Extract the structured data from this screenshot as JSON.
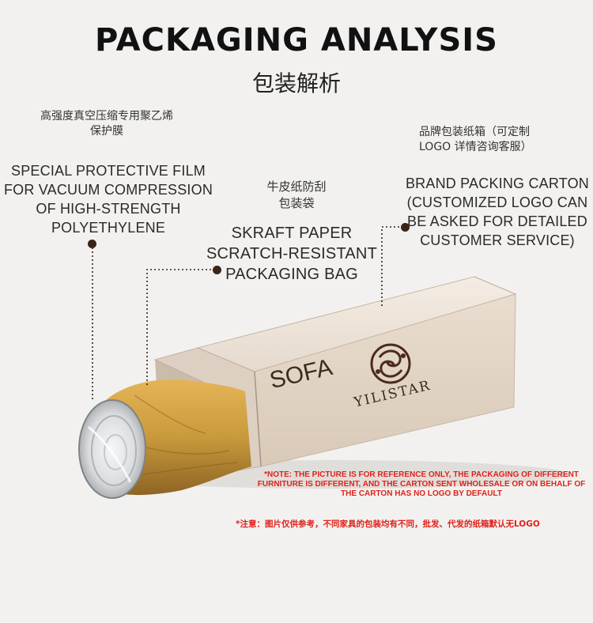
{
  "header": {
    "title": "PACKAGING ANALYSIS",
    "subtitle": "包装解析"
  },
  "callouts": {
    "film": {
      "cn_line1": "高强度真空压缩专用聚乙烯",
      "cn_line2": "保护膜",
      "en_line1": "SPECIAL PROTECTIVE FILM",
      "en_line2": "FOR VACUUM COMPRESSION",
      "en_line3": "OF HIGH-STRENGTH",
      "en_line4": "POLYETHYLENE"
    },
    "kraft": {
      "cn_line1": "牛皮纸防刮",
      "cn_line2": "包装袋",
      "en_line1": "SKRAFT PAPER",
      "en_line2": "SCRATCH-RESISTANT",
      "en_line3": "PACKAGING BAG"
    },
    "carton": {
      "cn_line1": "品牌包装纸箱（可定制",
      "cn_line2": "LOGO 详情咨询客服）",
      "en_line1": "BRAND PACKING CARTON",
      "en_line2": "(CUSTOMIZED LOGO CAN",
      "en_line3": "BE ASKED FOR DETAILED",
      "en_line4": "CUSTOMER SERVICE)"
    }
  },
  "box": {
    "product_text": "SOFA",
    "brand_logo": "YILISTAR"
  },
  "notes": {
    "en_line1": "*NOTE: THE PICTURE IS FOR REFERENCE ONLY, THE PACKAGING OF DIFFERENT",
    "en_line2": "FURNITURE IS DIFFERENT, AND THE CARTON SENT WHOLESALE OR ON BEHALF OF",
    "en_line3": "THE CARTON HAS NO LOGO BY DEFAULT",
    "cn": "*注意：图片仅供参考，不同家具的包装均有不同，批发、代发的纸箱默认无LOGO"
  },
  "colors": {
    "background": "#f2f1ef",
    "carton": "#e4d7c8",
    "kraft": "#c99a3c",
    "note_red": "#e0221a",
    "dot": "#3a2418"
  }
}
